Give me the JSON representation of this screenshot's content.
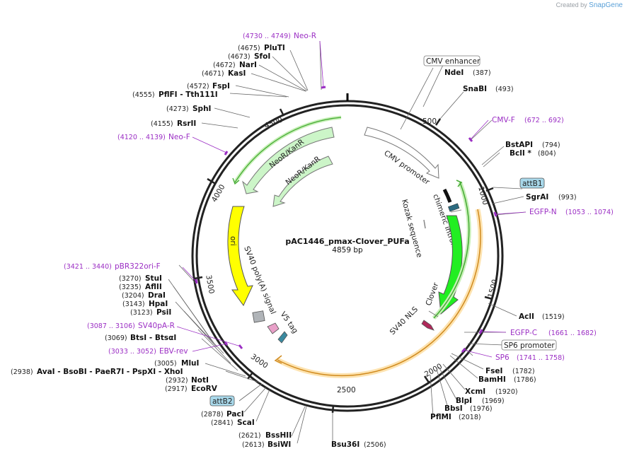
{
  "credit": {
    "prefix": "Created by",
    "brand": "SnapGene"
  },
  "plasmid": {
    "name": "pAC1446_pmax-Clover_PUFa",
    "length_label": "4859 bp"
  },
  "ticks": [
    "500",
    "1000",
    "1500",
    "2000",
    "2500",
    "3000",
    "3500",
    "4000",
    "4500"
  ],
  "sites": [
    {
      "name": "NdeI",
      "pos": "(387)"
    },
    {
      "name": "SnaBI",
      "pos": "(493)"
    },
    {
      "name": "BstAPI",
      "pos": "(794)"
    },
    {
      "name": "BclI *",
      "pos": "(804)"
    },
    {
      "name": "SgrAI",
      "pos": "(993)"
    },
    {
      "name": "AclI",
      "pos": "(1519)"
    },
    {
      "name": "FseI",
      "pos": "(1782)"
    },
    {
      "name": "BamHI",
      "pos": "(1786)"
    },
    {
      "name": "XcmI",
      "pos": "(1920)"
    },
    {
      "name": "BlpI",
      "pos": "(1969)"
    },
    {
      "name": "BbsI",
      "pos": "(1976)"
    },
    {
      "name": "PflMI",
      "pos": "(2018)"
    },
    {
      "name": "Bsu36I",
      "pos": "(2506)"
    },
    {
      "name": "BsiWI",
      "pos": "(2613)"
    },
    {
      "name": "BssHII",
      "pos": "(2621)"
    },
    {
      "name": "ScaI",
      "pos": "(2841)"
    },
    {
      "name": "PacI",
      "pos": "(2878)"
    },
    {
      "name": "EcoRV",
      "pos": "(2917)"
    },
    {
      "name": "NotI",
      "pos": "(2932)"
    },
    {
      "name": "AvaI - BsoBI - PaeR7I - PspXI - XhoI",
      "pos": "(2938)"
    },
    {
      "name": "MluI",
      "pos": "(3005)"
    },
    {
      "name": "BtsI - BtsαI",
      "pos": "(3069)"
    },
    {
      "name": "PsiI",
      "pos": "(3123)"
    },
    {
      "name": "HpaI",
      "pos": "(3143)"
    },
    {
      "name": "DraI",
      "pos": "(3204)"
    },
    {
      "name": "AflII",
      "pos": "(3235)"
    },
    {
      "name": "StuI",
      "pos": "(3270)"
    },
    {
      "name": "RsrII",
      "pos": "(4155)"
    },
    {
      "name": "SphI",
      "pos": "(4273)"
    },
    {
      "name": "PflFI - Tth111I",
      "pos": "(4555)"
    },
    {
      "name": "FspI",
      "pos": "(4572)"
    },
    {
      "name": "KasI",
      "pos": "(4671)"
    },
    {
      "name": "NarI",
      "pos": "(4672)"
    },
    {
      "name": "SfoI",
      "pos": "(4673)"
    },
    {
      "name": "PluTI",
      "pos": "(4675)"
    }
  ],
  "primers": [
    {
      "name": "Neo-R",
      "pos": "(4730 .. 4749)"
    },
    {
      "name": "CMV-F",
      "pos": "(672 .. 692)"
    },
    {
      "name": "EGFP-N",
      "pos": "(1053 .. 1074)"
    },
    {
      "name": "EGFP-C",
      "pos": "(1661 .. 1682)"
    },
    {
      "name": "SP6",
      "pos": "(1741 .. 1758)"
    },
    {
      "name": "EBV-rev",
      "pos": "(3033 .. 3052)"
    },
    {
      "name": "SV40pA-R",
      "pos": "(3087 .. 3106)"
    },
    {
      "name": "pBR322ori-F",
      "pos": "(3421 .. 3440)"
    },
    {
      "name": "Neo-F",
      "pos": "(4120 .. 4139)"
    }
  ],
  "boxed_labels": {
    "cmv_enhancer": "CMV enhancer",
    "attB1": "attB1",
    "sp6_promoter": "SP6 promoter",
    "attB2": "attB2"
  },
  "features": {
    "cmv_promoter": "CMV promoter",
    "chimeric_intron": "chimeric intron",
    "kozak": "Kozak sequence",
    "clover": "Clover",
    "sv40_nls": "SV40 NLS",
    "v5_tag": "V5 tag",
    "sv40_polya": "SV40 poly(A) signal",
    "ori": "ori",
    "neor_outer": "NeoR/KanR",
    "neor_inner": "NeoR/KanR"
  },
  "colors": {
    "primer": "#9b2ec4",
    "ori": "#ffff00",
    "neor": "#ccf5c8",
    "clover": "#22ee22",
    "orange_frame": "#f0a030",
    "green_frame": "#44aa33",
    "attb_fill": "#a8d8ea"
  }
}
